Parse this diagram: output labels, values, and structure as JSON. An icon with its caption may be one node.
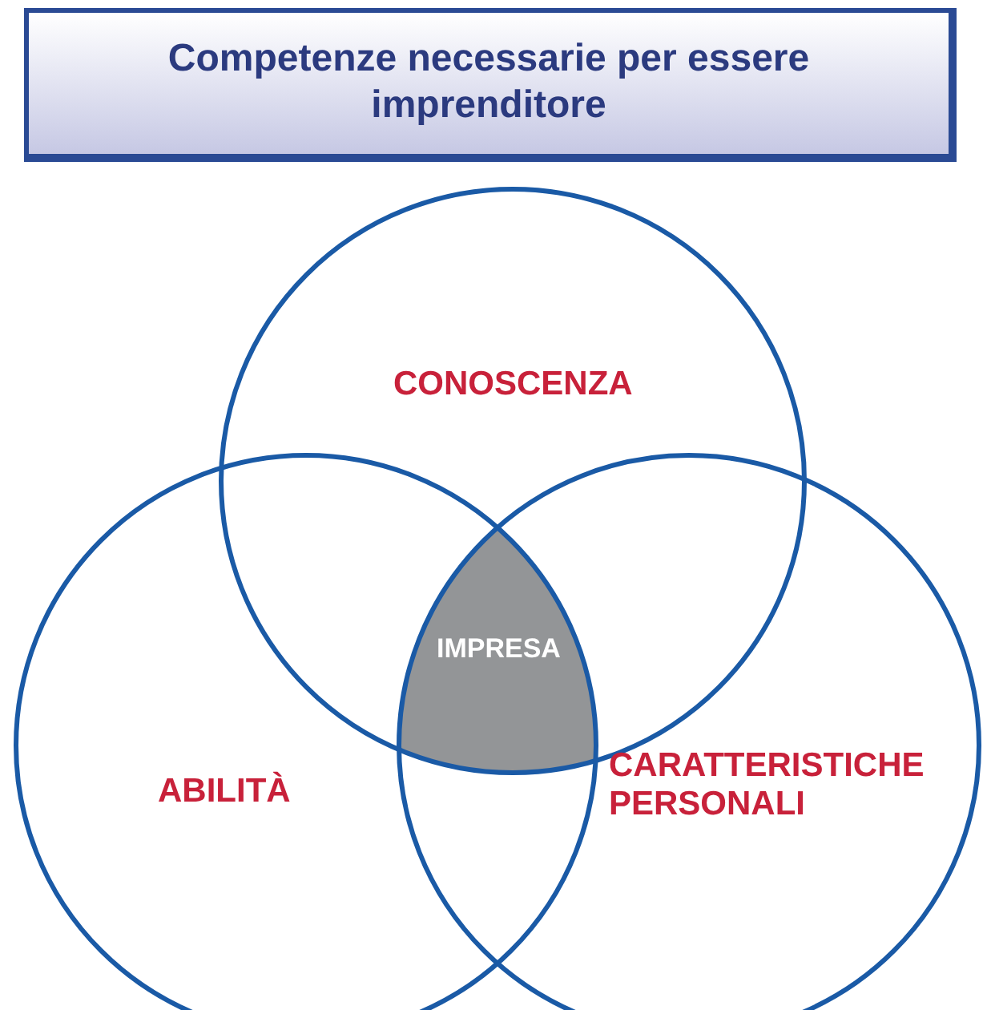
{
  "diagram": {
    "title": "Competenze necessarie per essere imprenditore",
    "nodes": [
      {
        "text": [
          "CONOSCENZA"
        ]
      },
      {
        "text": [
          "ABILITÀ"
        ]
      },
      {
        "text": [
          "CARATTERISTICHE PERSONALI"
        ]
      },
      {
        "text": [
          "IMPRESA"
        ]
      }
    ],
    "edges": []
  }
}
